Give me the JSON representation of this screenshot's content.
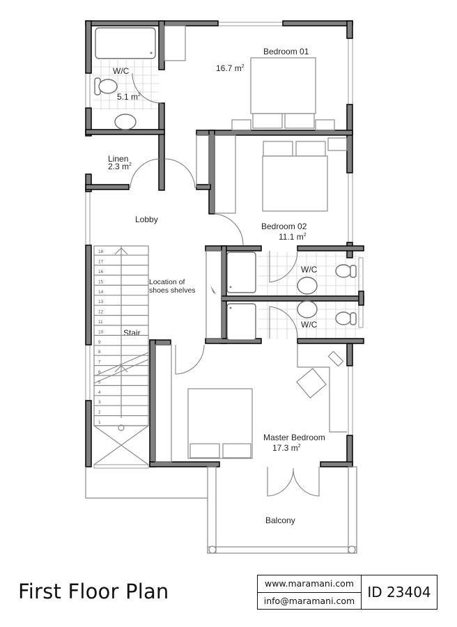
{
  "plan": {
    "title": "First Floor Plan",
    "rooms": {
      "bedroom01": {
        "name": "Bedroom 01",
        "area": "16.7 m",
        "sup": "2"
      },
      "wc_top": {
        "name": "W/C",
        "area": "5.1 m",
        "sup": "2"
      },
      "linen": {
        "name": "Linen",
        "area": "2.3 m",
        "sup": "2"
      },
      "lobby": {
        "name": "Lobby"
      },
      "bedroom02": {
        "name": "Bedroom 02",
        "area": "11.1 m",
        "sup": "2"
      },
      "wc_mid1": {
        "name": "W/C"
      },
      "wc_mid2": {
        "name": "W/C"
      },
      "stair": {
        "name": "Stair"
      },
      "master": {
        "name": "Master Bedroom",
        "area": "17.3 m",
        "sup": "2"
      },
      "balcony": {
        "name": "Balcony"
      }
    },
    "shoes_note_line1": "Location of",
    "shoes_note_line2": "shoes shelves",
    "stair_steps": [
      "1",
      "2",
      "3",
      "4",
      "5",
      "6",
      "7",
      "8",
      "9",
      "10",
      "11",
      "12",
      "13",
      "14",
      "15",
      "16",
      "17",
      "18"
    ]
  },
  "footer": {
    "website": "www.maramani.com",
    "email": "info@maramani.com",
    "plan_id": "ID 23404"
  },
  "colors": {
    "wall_fill": "#808080",
    "wall_outline": "#000000",
    "fixture_line": "#8a8a8a"
  }
}
